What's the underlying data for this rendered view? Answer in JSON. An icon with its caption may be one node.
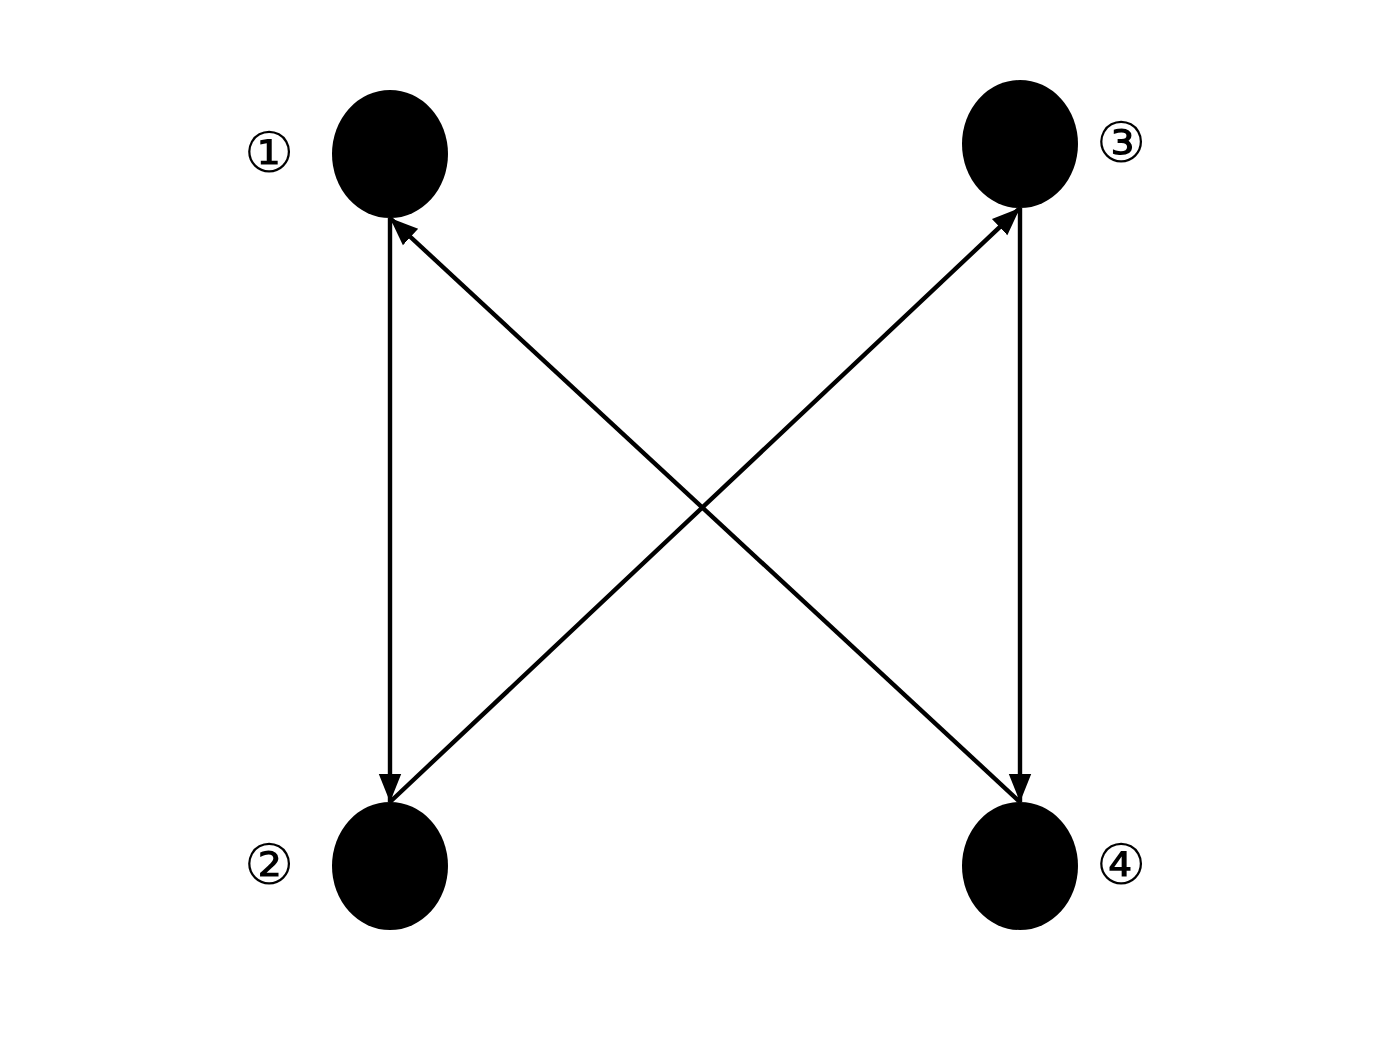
{
  "diagram": {
    "nodes": [
      {
        "text": [],
        "shape": "circle",
        "beside": [
          "①"
        ]
      },
      {
        "text": [],
        "shape": "circle",
        "beside": [
          "②"
        ]
      },
      {
        "text": [],
        "shape": "circle",
        "beside": [
          "③"
        ]
      },
      {
        "text": [],
        "shape": "circle",
        "beside": [
          "④"
        ]
      }
    ],
    "edges": [
      {
        "from": 0,
        "to": 1,
        "arrow": "to"
      },
      {
        "from": 1,
        "to": 2,
        "arrow": "to"
      },
      {
        "from": 2,
        "to": 3,
        "arrow": "to"
      },
      {
        "from": 3,
        "to": 0,
        "arrow": "to"
      }
    ]
  }
}
